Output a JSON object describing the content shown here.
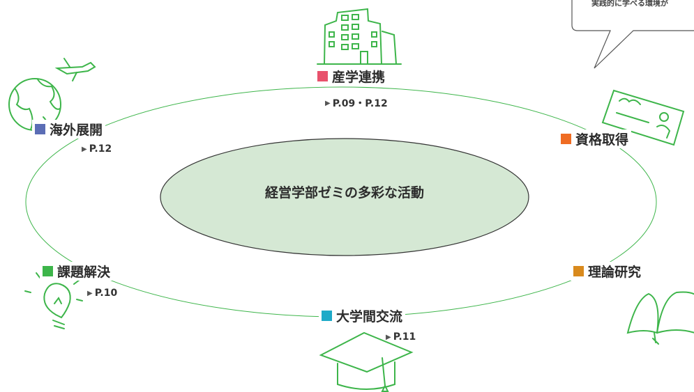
{
  "center": {
    "label": "経営学部ゼミの多彩な活動",
    "fill": "#d5e8d4"
  },
  "accent": "#3db54a",
  "bubble": {
    "text": "実践的に学べる環境が"
  },
  "nodes": [
    {
      "id": "industry",
      "label": "産学連携",
      "color": "#e8526c",
      "ref": "P.09・P.12",
      "icon": "building-icon"
    },
    {
      "id": "overseas",
      "label": "海外展開",
      "color": "#5b6db5",
      "ref": "P.12",
      "icon": "globe-airplane-icon"
    },
    {
      "id": "qualification",
      "label": "資格取得",
      "color": "#ef6c23",
      "ref": "",
      "icon": "certificate-icon"
    },
    {
      "id": "problem",
      "label": "課題解決",
      "color": "#3db54a",
      "ref": "P.10",
      "icon": "lightbulb-icon"
    },
    {
      "id": "theory",
      "label": "理論研究",
      "color": "#d98a1d",
      "ref": "",
      "icon": "book-icon"
    },
    {
      "id": "intercollegiate",
      "label": "大学間交流",
      "color": "#1eaac8",
      "ref": "P.11",
      "icon": "graduation-cap-icon"
    }
  ]
}
